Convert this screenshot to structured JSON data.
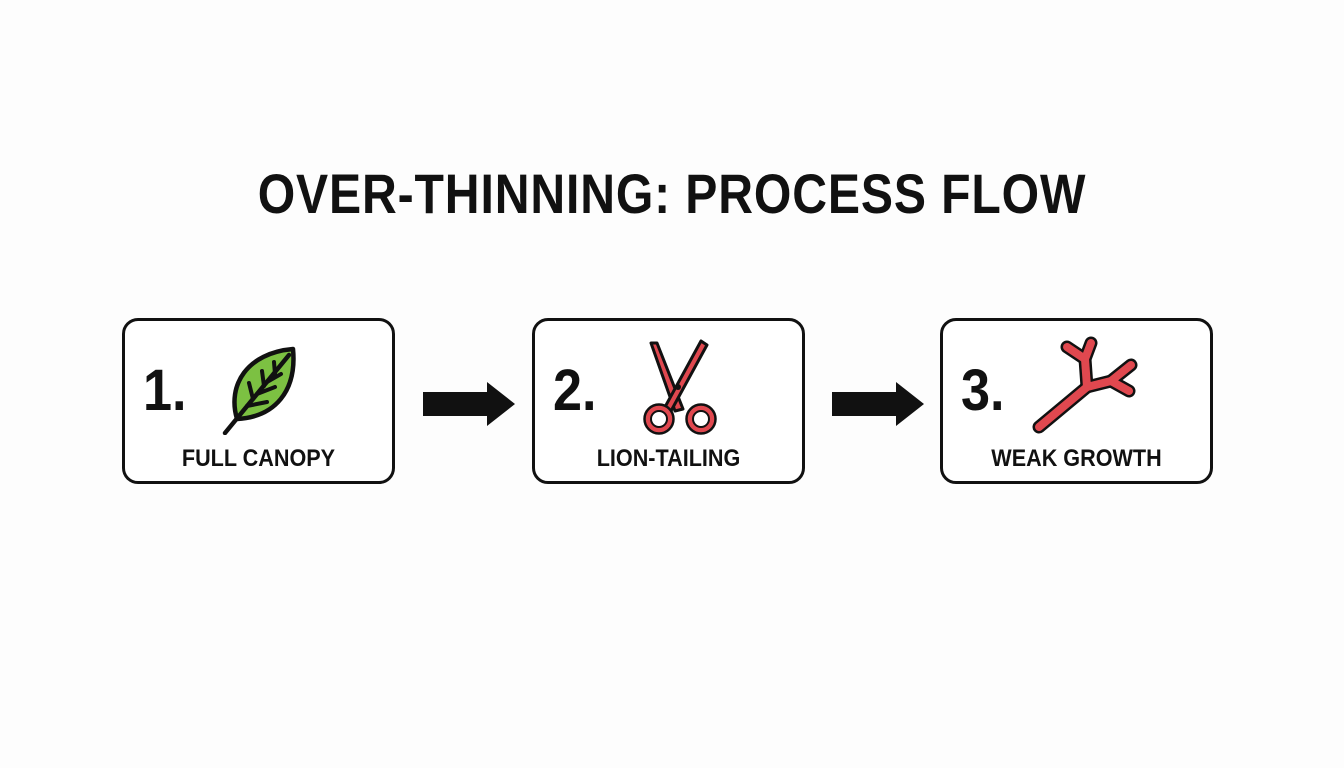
{
  "title": "OVER-THINNING: PROCESS FLOW",
  "colors": {
    "border": "#111111",
    "leaf_fill": "#7cc142",
    "accent_red": "#e0484f"
  },
  "steps": [
    {
      "number": "1.",
      "label": "FULL CANOPY",
      "icon": "leaf-icon"
    },
    {
      "number": "2.",
      "label": "LION-TAILING",
      "icon": "scissors-icon"
    },
    {
      "number": "3.",
      "label": "WEAK GROWTH",
      "icon": "branch-icon"
    }
  ],
  "connectors": [
    "arrow-right-icon",
    "arrow-right-icon"
  ]
}
